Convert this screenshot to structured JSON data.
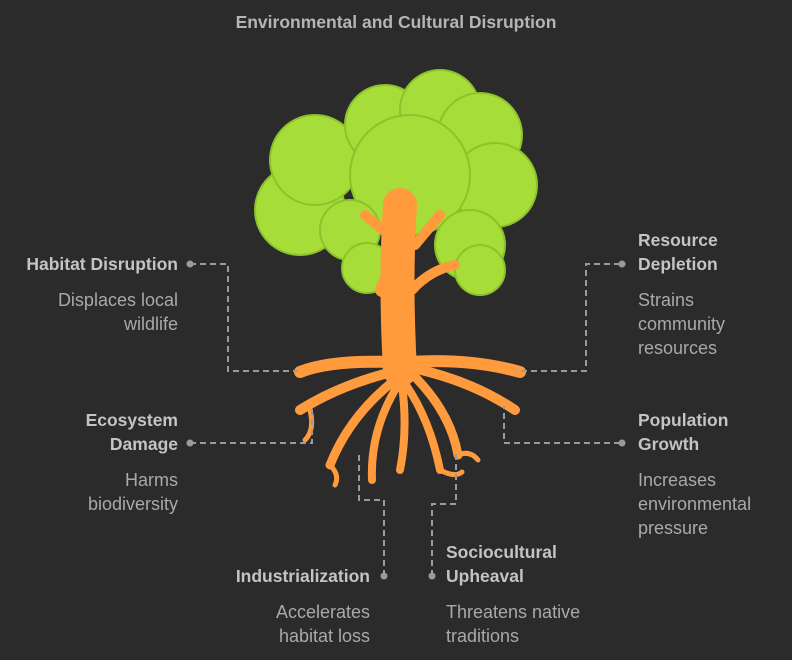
{
  "title": "Environmental and Cultural Disruption",
  "colors": {
    "background": "#2b2b2b",
    "foliage": "#a6dd38",
    "foliage_outline": "#8cc22a",
    "trunk": "#ff9b3d",
    "connector": "#9a9a9a"
  },
  "items": [
    {
      "heading": "Habitat Disruption",
      "description": "Displaces local\nwildlife"
    },
    {
      "heading": "Resource\nDepletion",
      "description": "Strains\ncommunity\nresources"
    },
    {
      "heading": "Ecosystem\nDamage",
      "description": "Harms\nbiodiversity"
    },
    {
      "heading": "Population\nGrowth",
      "description": "Increases\nenvironmental\npressure"
    },
    {
      "heading": "Industrialization",
      "description": "Accelerates\nhabitat loss"
    },
    {
      "heading": "Sociocultural\nUpheaval",
      "description": "Threatens native\ntraditions"
    }
  ]
}
